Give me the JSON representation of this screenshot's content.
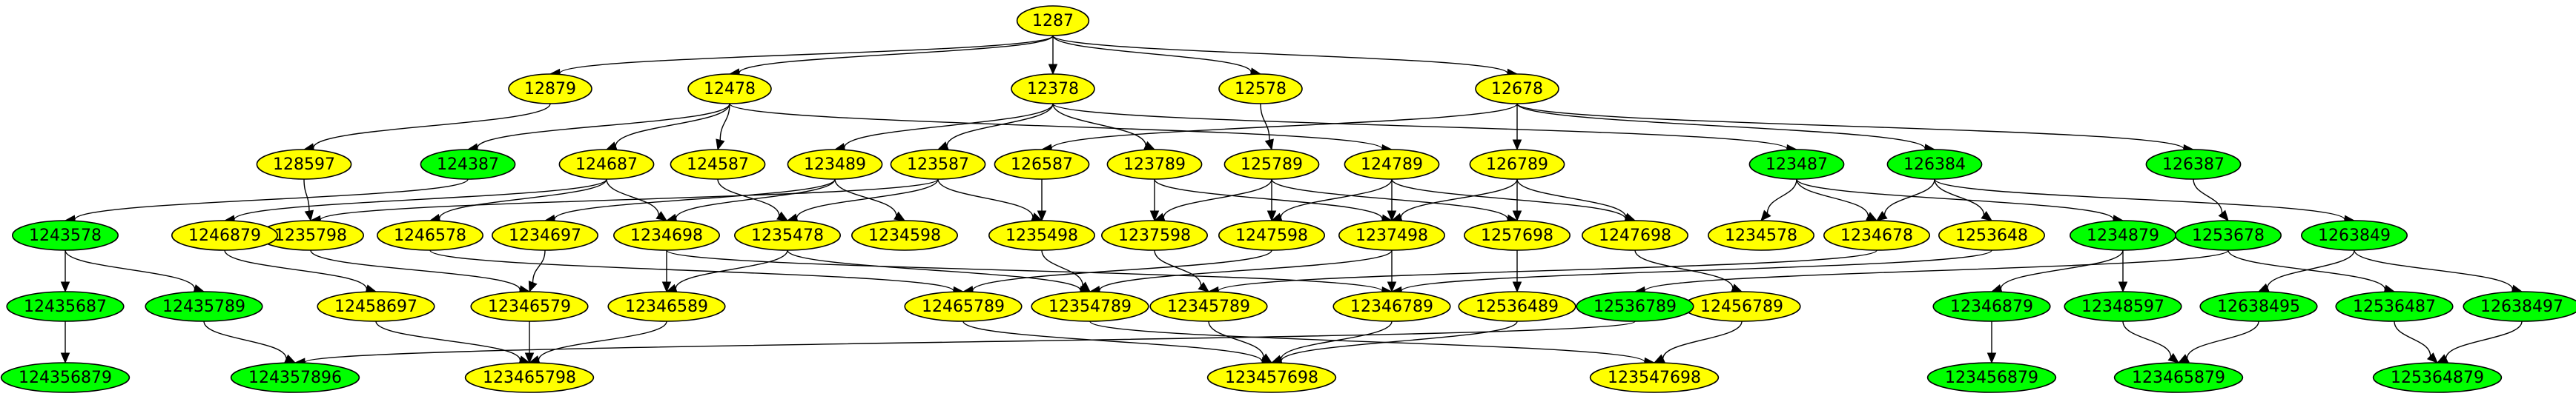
{
  "colors": {
    "yellow": "#ffff00",
    "green": "#00ff00"
  },
  "nodes": {
    "1287": {
      "label": "1287",
      "color": "yellow"
    },
    "12879": {
      "label": "12879",
      "color": "yellow"
    },
    "12478": {
      "label": "12478",
      "color": "yellow"
    },
    "12378": {
      "label": "12378",
      "color": "yellow"
    },
    "12578": {
      "label": "12578",
      "color": "yellow"
    },
    "12678": {
      "label": "12678",
      "color": "yellow"
    },
    "128597": {
      "label": "128597",
      "color": "yellow"
    },
    "124387": {
      "label": "124387",
      "color": "green"
    },
    "124687": {
      "label": "124687",
      "color": "yellow"
    },
    "124587": {
      "label": "124587",
      "color": "yellow"
    },
    "123489": {
      "label": "123489",
      "color": "yellow"
    },
    "123587": {
      "label": "123587",
      "color": "yellow"
    },
    "126587": {
      "label": "126587",
      "color": "yellow"
    },
    "123789": {
      "label": "123789",
      "color": "yellow"
    },
    "125789": {
      "label": "125789",
      "color": "yellow"
    },
    "124789": {
      "label": "124789",
      "color": "yellow"
    },
    "126789": {
      "label": "126789",
      "color": "yellow"
    },
    "123487": {
      "label": "123487",
      "color": "green"
    },
    "126384": {
      "label": "126384",
      "color": "green"
    },
    "126387": {
      "label": "126387",
      "color": "green"
    },
    "1243578": {
      "label": "1243578",
      "color": "green"
    },
    "1246879": {
      "label": "1246879",
      "color": "yellow"
    },
    "1235798": {
      "label": "1235798",
      "color": "yellow"
    },
    "1246578": {
      "label": "1246578",
      "color": "yellow"
    },
    "1234697": {
      "label": "1234697",
      "color": "yellow"
    },
    "1234698": {
      "label": "1234698",
      "color": "yellow"
    },
    "1235478": {
      "label": "1235478",
      "color": "yellow"
    },
    "1234598": {
      "label": "1234598",
      "color": "yellow"
    },
    "1235498": {
      "label": "1235498",
      "color": "yellow"
    },
    "1237598": {
      "label": "1237598",
      "color": "yellow"
    },
    "1247598": {
      "label": "1247598",
      "color": "yellow"
    },
    "1237498": {
      "label": "1237498",
      "color": "yellow"
    },
    "1257698": {
      "label": "1257698",
      "color": "yellow"
    },
    "1247698": {
      "label": "1247698",
      "color": "yellow"
    },
    "1234578": {
      "label": "1234578",
      "color": "yellow"
    },
    "1234678": {
      "label": "1234678",
      "color": "yellow"
    },
    "1253648": {
      "label": "1253648",
      "color": "yellow"
    },
    "1234879": {
      "label": "1234879",
      "color": "green"
    },
    "1253678": {
      "label": "1253678",
      "color": "green"
    },
    "1263849": {
      "label": "1263849",
      "color": "green"
    },
    "12435687": {
      "label": "12435687",
      "color": "green"
    },
    "12435789": {
      "label": "12435789",
      "color": "green"
    },
    "12458697": {
      "label": "12458697",
      "color": "yellow"
    },
    "12346579": {
      "label": "12346579",
      "color": "yellow"
    },
    "12346589": {
      "label": "12346589",
      "color": "yellow"
    },
    "12465789": {
      "label": "12465789",
      "color": "yellow"
    },
    "12354789": {
      "label": "12354789",
      "color": "yellow"
    },
    "12345789": {
      "label": "12345789",
      "color": "yellow"
    },
    "12346789": {
      "label": "12346789",
      "color": "yellow"
    },
    "12536489": {
      "label": "12536489",
      "color": "yellow"
    },
    "12536789": {
      "label": "12536789",
      "color": "green"
    },
    "12456789": {
      "label": "12456789",
      "color": "yellow"
    },
    "12346879": {
      "label": "12346879",
      "color": "green"
    },
    "12348597": {
      "label": "12348597",
      "color": "green"
    },
    "12638495": {
      "label": "12638495",
      "color": "green"
    },
    "12536487": {
      "label": "12536487",
      "color": "green"
    },
    "12638497": {
      "label": "12638497",
      "color": "green"
    },
    "124356879": {
      "label": "124356879",
      "color": "green"
    },
    "124357896": {
      "label": "124357896",
      "color": "green"
    },
    "123465798": {
      "label": "123465798",
      "color": "yellow"
    },
    "123457698": {
      "label": "123457698",
      "color": "yellow"
    },
    "123547698": {
      "label": "123547698",
      "color": "yellow"
    },
    "123456879": {
      "label": "123456879",
      "color": "green"
    },
    "123465879": {
      "label": "123465879",
      "color": "green"
    },
    "125364879": {
      "label": "125364879",
      "color": "green"
    }
  },
  "edges": [
    [
      "1287",
      "12879"
    ],
    [
      "1287",
      "12478"
    ],
    [
      "1287",
      "12378"
    ],
    [
      "1287",
      "12578"
    ],
    [
      "1287",
      "12678"
    ],
    [
      "12879",
      "128597"
    ],
    [
      "12478",
      "124387"
    ],
    [
      "12478",
      "124687"
    ],
    [
      "12478",
      "124587"
    ],
    [
      "12478",
      "124789"
    ],
    [
      "12378",
      "123489"
    ],
    [
      "12378",
      "123587"
    ],
    [
      "12378",
      "123789"
    ],
    [
      "12378",
      "123487"
    ],
    [
      "12578",
      "125789"
    ],
    [
      "12678",
      "126587"
    ],
    [
      "12678",
      "126789"
    ],
    [
      "12678",
      "126384"
    ],
    [
      "12678",
      "126387"
    ],
    [
      "128597",
      "1235798"
    ],
    [
      "124387",
      "1243578"
    ],
    [
      "124687",
      "1246879"
    ],
    [
      "124687",
      "1246578"
    ],
    [
      "124687",
      "1234698"
    ],
    [
      "124587",
      "1235478"
    ],
    [
      "123489",
      "1234697"
    ],
    [
      "123489",
      "1234698"
    ],
    [
      "123489",
      "1234598"
    ],
    [
      "123587",
      "1235798"
    ],
    [
      "123587",
      "1235478"
    ],
    [
      "123587",
      "1235498"
    ],
    [
      "126587",
      "1235498"
    ],
    [
      "123789",
      "1237598"
    ],
    [
      "123789",
      "1237498"
    ],
    [
      "125789",
      "1237598"
    ],
    [
      "125789",
      "1247598"
    ],
    [
      "125789",
      "1257698"
    ],
    [
      "124789",
      "1247598"
    ],
    [
      "124789",
      "1237498"
    ],
    [
      "124789",
      "1247698"
    ],
    [
      "126789",
      "1237498"
    ],
    [
      "126789",
      "1257698"
    ],
    [
      "126789",
      "1247698"
    ],
    [
      "123487",
      "1234578"
    ],
    [
      "123487",
      "1234678"
    ],
    [
      "123487",
      "1234879"
    ],
    [
      "126384",
      "1234678"
    ],
    [
      "126384",
      "1253648"
    ],
    [
      "126384",
      "1263849"
    ],
    [
      "126387",
      "1253678"
    ],
    [
      "1243578",
      "12435687"
    ],
    [
      "1243578",
      "12435789"
    ],
    [
      "1246879",
      "12458697"
    ],
    [
      "1235798",
      "12346579"
    ],
    [
      "1246578",
      "12465789"
    ],
    [
      "1234697",
      "12346579"
    ],
    [
      "1234698",
      "12346589"
    ],
    [
      "1234698",
      "12346789"
    ],
    [
      "1235478",
      "12346589"
    ],
    [
      "1235478",
      "12354789"
    ],
    [
      "1235498",
      "12354789"
    ],
    [
      "1237598",
      "12345789"
    ],
    [
      "1247598",
      "12465789"
    ],
    [
      "1237498",
      "12354789"
    ],
    [
      "1237498",
      "12346789"
    ],
    [
      "1257698",
      "12536489"
    ],
    [
      "1247698",
      "12456789"
    ],
    [
      "1234678",
      "12345789"
    ],
    [
      "1253648",
      "12346789"
    ],
    [
      "1234879",
      "12346879"
    ],
    [
      "1234879",
      "12348597"
    ],
    [
      "1253678",
      "12536789"
    ],
    [
      "1253678",
      "12536487"
    ],
    [
      "1263849",
      "12638495"
    ],
    [
      "1263849",
      "12638497"
    ],
    [
      "12435687",
      "124356879"
    ],
    [
      "12435789",
      "124357896"
    ],
    [
      "12458697",
      "123465798"
    ],
    [
      "12346579",
      "123465798"
    ],
    [
      "12346589",
      "123465798"
    ],
    [
      "12465789",
      "123457698"
    ],
    [
      "12354789",
      "123547698"
    ],
    [
      "12345789",
      "123457698"
    ],
    [
      "12346789",
      "123457698"
    ],
    [
      "12536489",
      "123457698"
    ],
    [
      "12536789",
      "124357896"
    ],
    [
      "12456789",
      "123547698"
    ],
    [
      "12346879",
      "123456879"
    ],
    [
      "12348597",
      "123465879"
    ],
    [
      "12638495",
      "123465879"
    ],
    [
      "12536487",
      "125364879"
    ],
    [
      "12638497",
      "125364879"
    ]
  ]
}
